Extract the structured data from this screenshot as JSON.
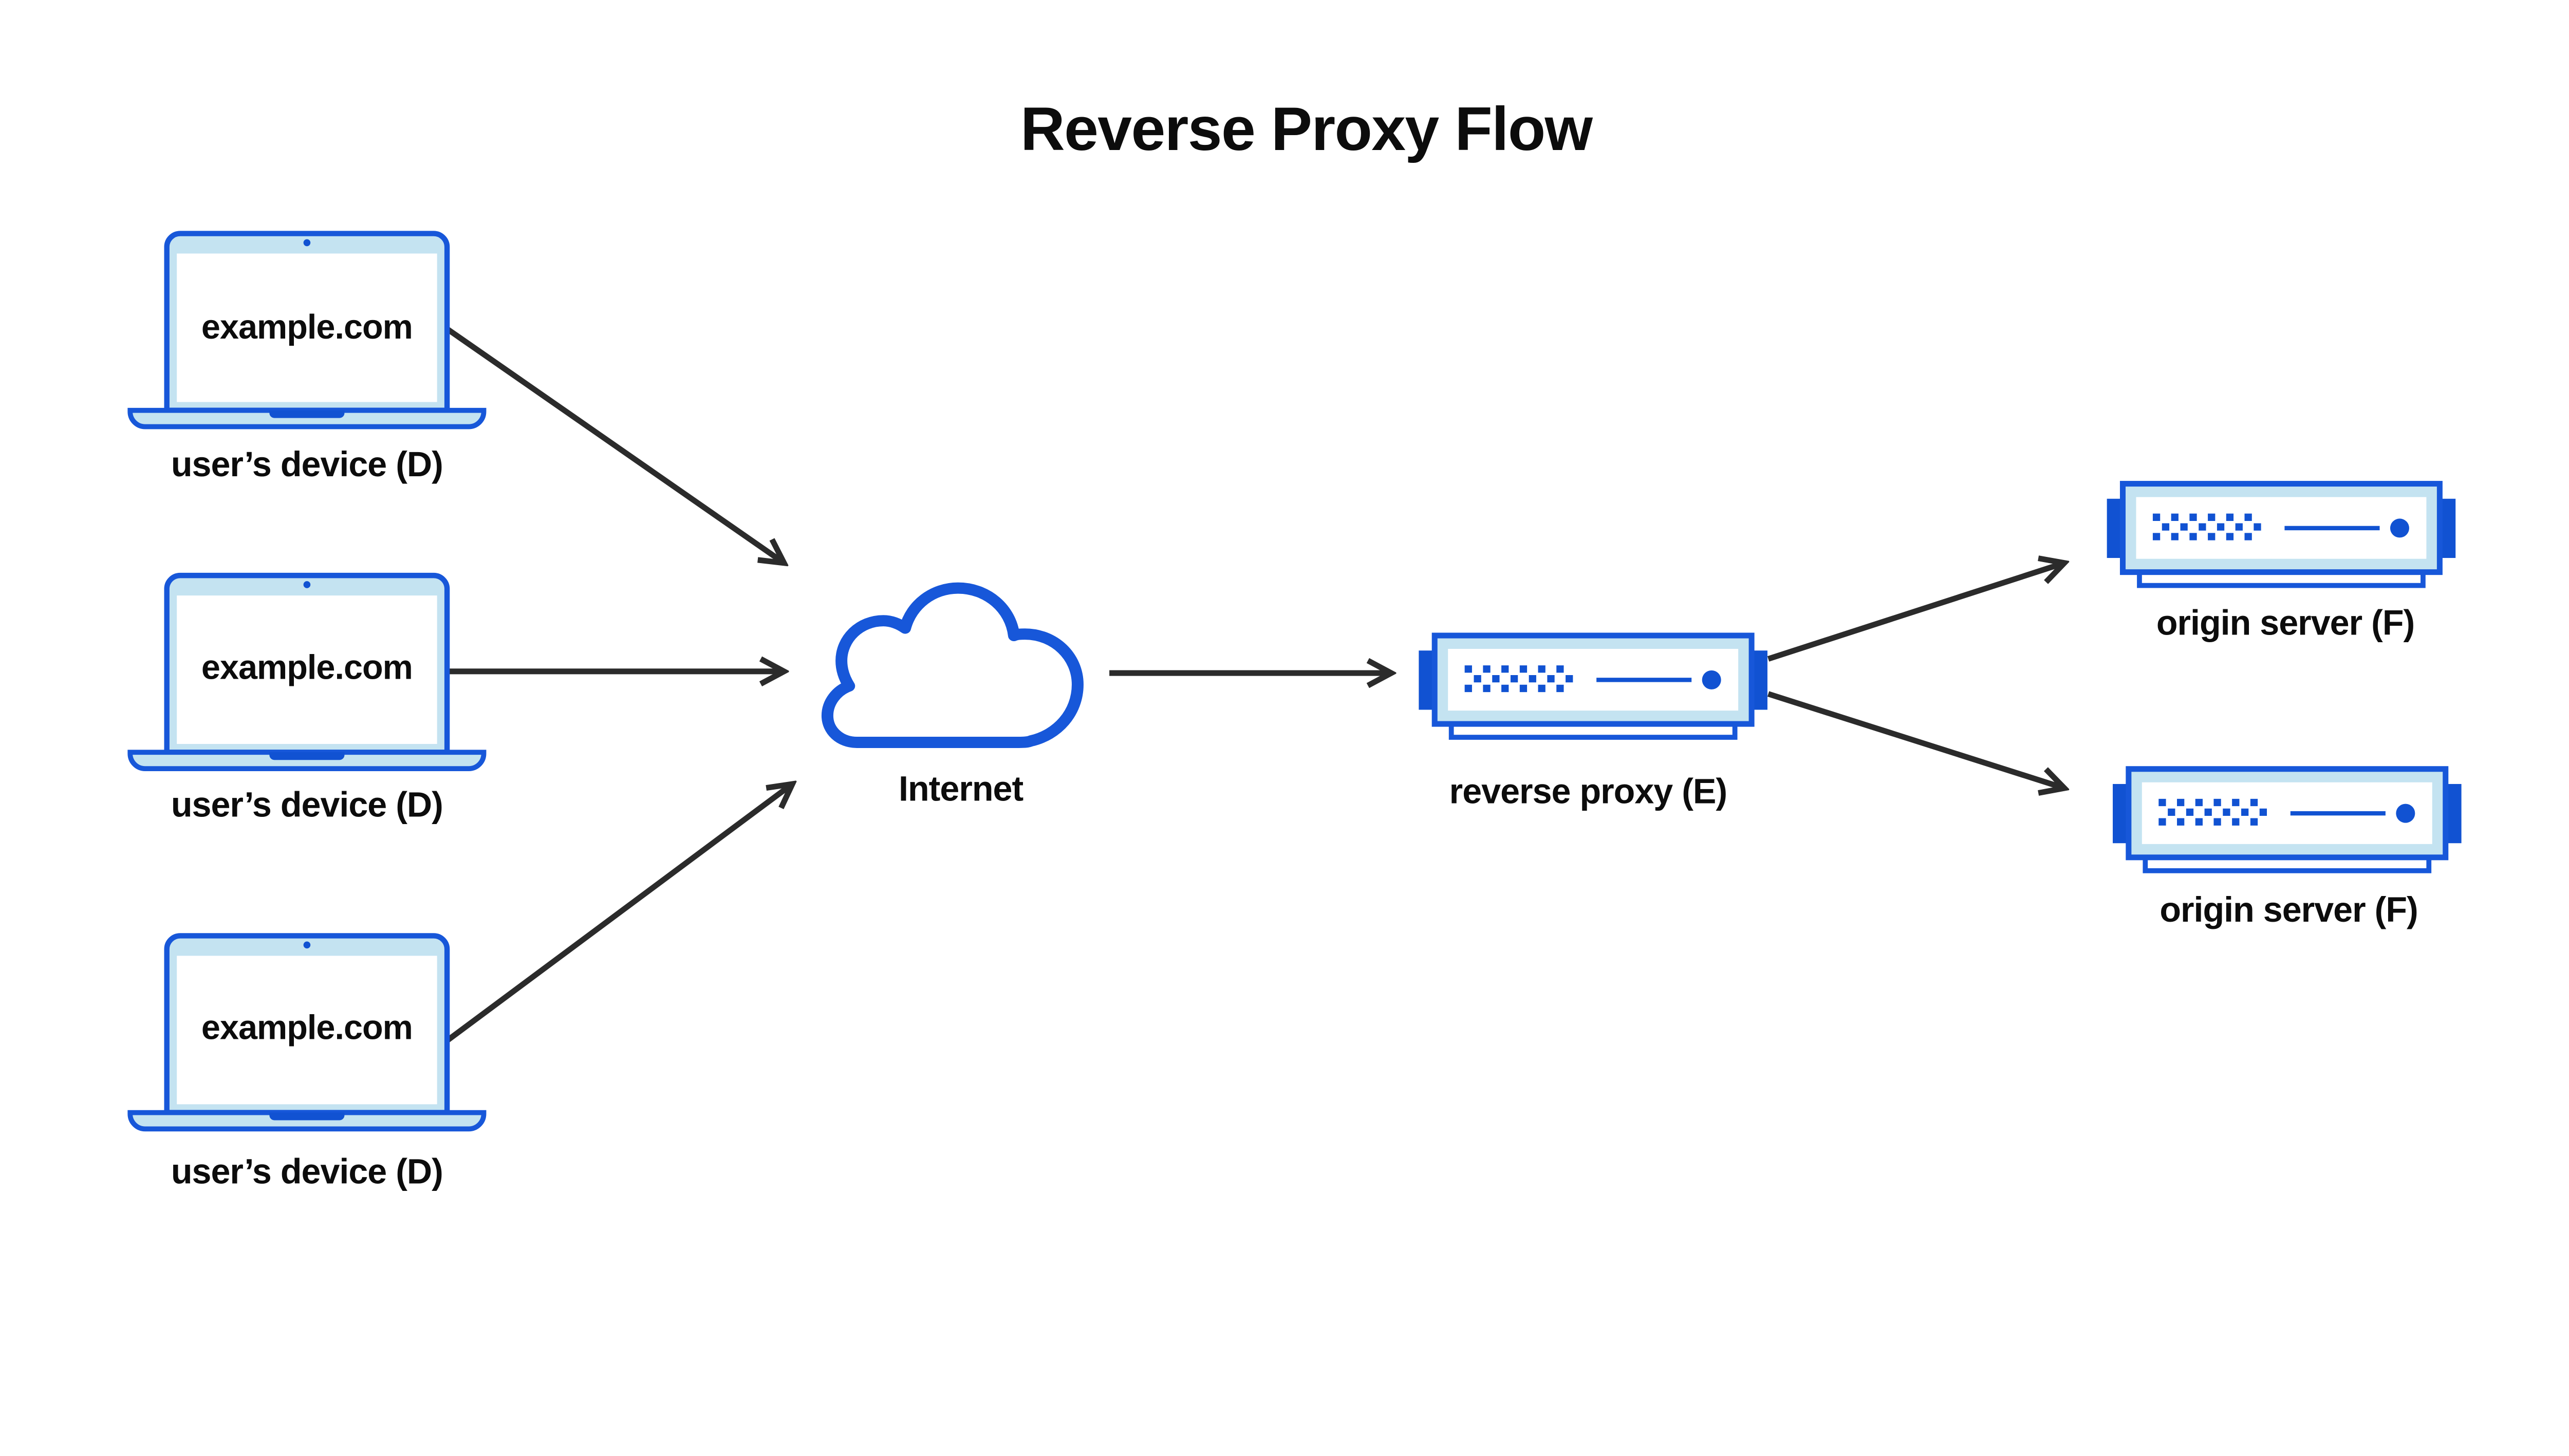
{
  "title": "Reverse Proxy Flow",
  "nodes": {
    "devices": [
      {
        "screen_text": "example.com",
        "label": "user’s device (D)"
      },
      {
        "screen_text": "example.com",
        "label": "user’s device (D)"
      },
      {
        "screen_text": "example.com",
        "label": "user’s device (D)"
      }
    ],
    "internet": {
      "label": "Internet"
    },
    "reverse_proxy": {
      "label": "reverse proxy (E)"
    },
    "origin_servers": [
      {
        "label": "origin server (F)"
      },
      {
        "label": "origin server (F)"
      }
    ]
  },
  "connections": [
    {
      "from": "user’s device (D) top",
      "to": "Internet"
    },
    {
      "from": "user’s device (D) middle",
      "to": "Internet"
    },
    {
      "from": "user’s device (D) bottom",
      "to": "Internet"
    },
    {
      "from": "Internet",
      "to": "reverse proxy (E)"
    },
    {
      "from": "reverse proxy (E)",
      "to": "origin server (F) top"
    },
    {
      "from": "reverse proxy (E)",
      "to": "origin server (F) bottom"
    }
  ],
  "icons": {
    "device": "laptop-icon",
    "internet": "cloud-icon",
    "reverse_proxy": "server-icon",
    "origin_server": "server-icon",
    "arrowhead": "arrow-right-icon"
  },
  "colors": {
    "outline_blue": "#1757d9",
    "accent_blue": "#1152d2",
    "light_blue": "#c4e3f1",
    "arrow": "#2b2b2b",
    "text": "#0c0c0c",
    "background": "#ffffff"
  }
}
